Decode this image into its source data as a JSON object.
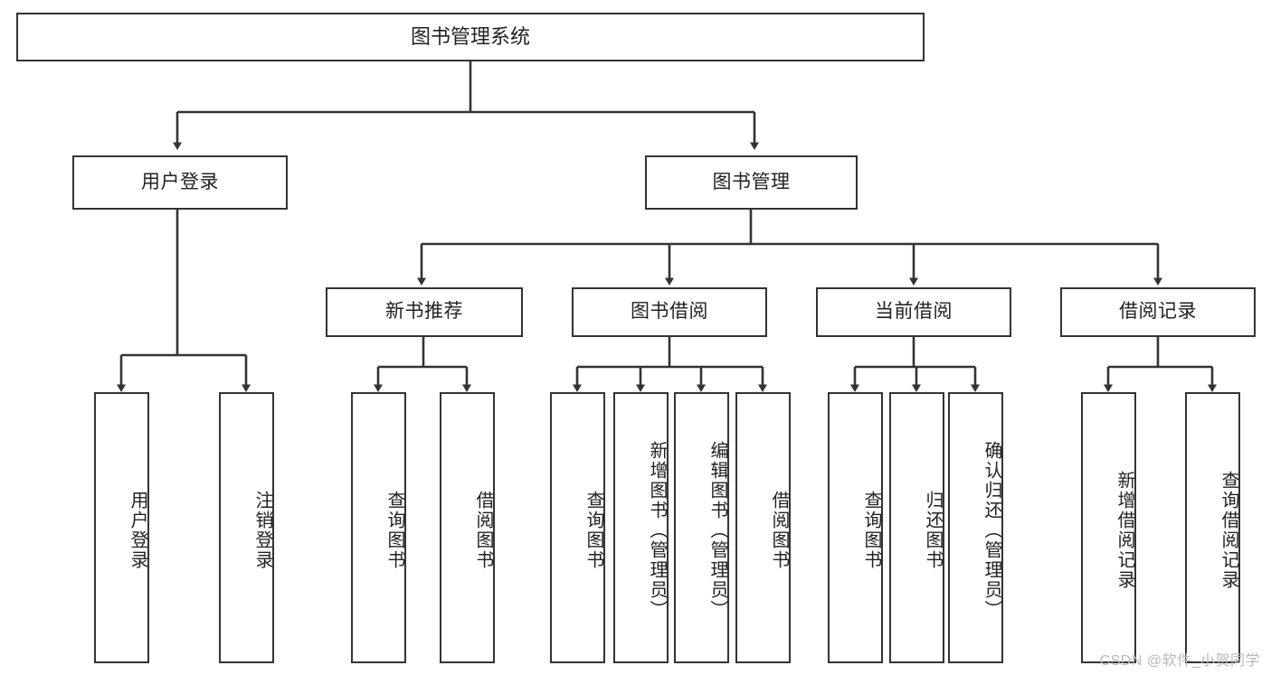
{
  "diagram": {
    "title": "图书管理系统",
    "type": "tree",
    "stroke_color": "#333333",
    "fill_color": "#ffffff",
    "text_color": "#222222",
    "watermark": "CSDN @软件_小贺同学"
  },
  "nodes": {
    "root": {
      "label": "图书管理系统"
    },
    "level2": [
      {
        "id": "user-login",
        "label": "用户登录"
      },
      {
        "id": "book-management",
        "label": "图书管理"
      }
    ],
    "level3": [
      {
        "id": "new-book-recommend",
        "label": "新书推荐"
      },
      {
        "id": "book-borrow",
        "label": "图书借阅"
      },
      {
        "id": "current-borrow",
        "label": "当前借阅"
      },
      {
        "id": "borrow-record",
        "label": "借阅记录"
      }
    ],
    "leaves": {
      "user_login": [
        {
          "id": "leaf-user-login",
          "label": "用户登录"
        },
        {
          "id": "leaf-logout",
          "label": "注销登录"
        }
      ],
      "new_book_recommend": [
        {
          "id": "leaf-query-book-1",
          "label": "查询图书"
        },
        {
          "id": "leaf-borrow-book-1",
          "label": "借阅图书"
        }
      ],
      "book_borrow": [
        {
          "id": "leaf-query-book-2",
          "label": "查询图书"
        },
        {
          "id": "leaf-add-book",
          "label": "新增图书（管理员）"
        },
        {
          "id": "leaf-edit-book",
          "label": "编辑图书（管理员）"
        },
        {
          "id": "leaf-borrow-book-2",
          "label": "借阅图书"
        }
      ],
      "current_borrow": [
        {
          "id": "leaf-query-book-3",
          "label": "查询图书"
        },
        {
          "id": "leaf-return-book",
          "label": "归还图书"
        },
        {
          "id": "leaf-confirm-return",
          "label": "确认归还（管理员）"
        }
      ],
      "borrow_record": [
        {
          "id": "leaf-add-record",
          "label": "新增借阅记录"
        },
        {
          "id": "leaf-query-record",
          "label": "查询借阅记录"
        }
      ]
    }
  }
}
